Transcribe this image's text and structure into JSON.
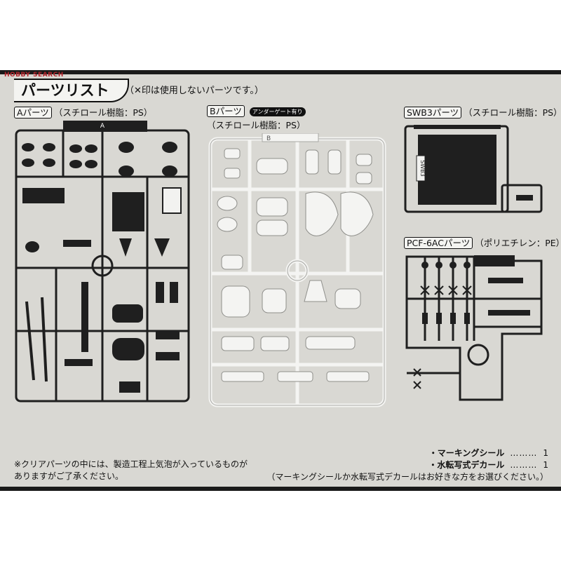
{
  "watermark": {
    "brand": "HOBBY SEARCH"
  },
  "header": {
    "title": "パーツリスト",
    "note": "（✕印は使用しないパーツです。）"
  },
  "parts": {
    "A": {
      "label": "Aパーツ",
      "material": "（スチロール樹脂：PS）",
      "runner_letter": "A"
    },
    "B": {
      "label": "Bパーツ",
      "gate_tag": "アンダーゲート有り",
      "material": "（スチロール樹脂：PS）",
      "runner_letter": "B"
    },
    "SWB3": {
      "label": "SWB3パーツ",
      "material": "（スチロール樹脂：PS）",
      "runner_text": "SWB3"
    },
    "PCF": {
      "label": "PCF-6ACパーツ",
      "material": "（ポリエチレン：PE）"
    }
  },
  "footer": {
    "clear_note_line1": "※クリアパーツの中には、製造工程上気泡が入っているものが",
    "clear_note_line2": "ありますがご了承ください。",
    "items": [
      {
        "label": "・マーキングシール",
        "dots": "………",
        "qty": "1"
      },
      {
        "label": "・水転写式デカール",
        "dots": "………",
        "qty": "1"
      }
    ],
    "choice_note": "（マーキングシールか水転写式デカールはお好きな方をお選びください。）"
  },
  "colors": {
    "sheet_bg": "#d9d8d3",
    "runner_dark": "#1f1f1f",
    "runner_light": "#f2f2f0"
  }
}
